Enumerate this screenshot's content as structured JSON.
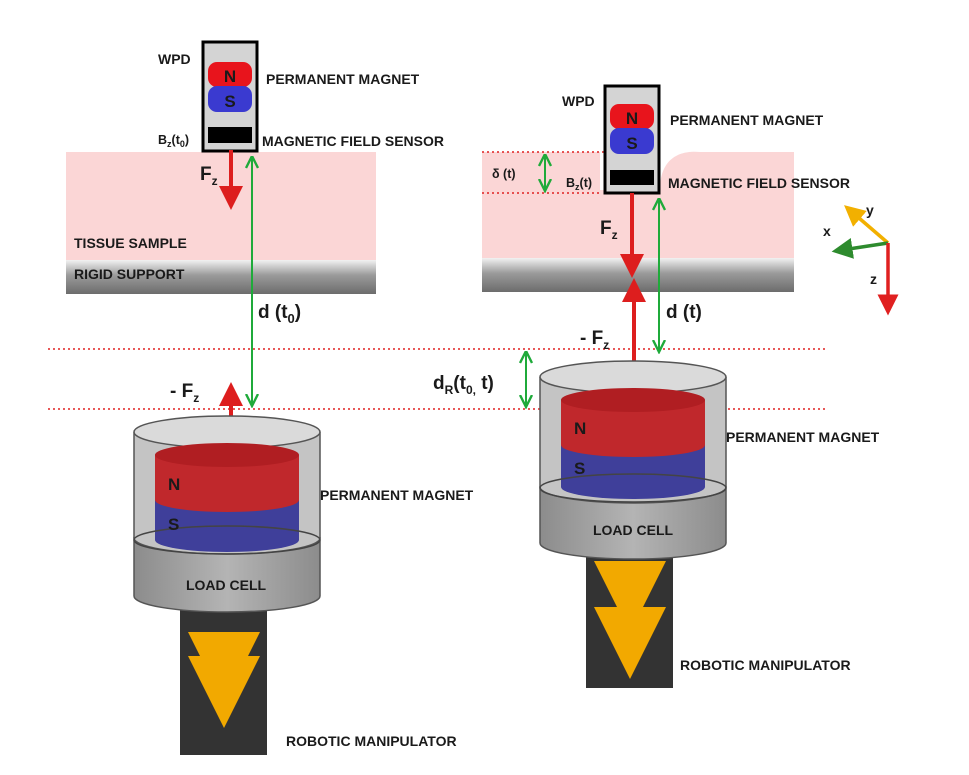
{
  "left": {
    "device_label": "WPD",
    "magnet_label": "PERMANENT MAGNET",
    "sensor_label": "MAGNETIC FIELD SENSOR",
    "sensor_value": "B",
    "sensor_value_sub": "z",
    "sensor_value_arg": "(t",
    "sensor_value_arg_sub": "0",
    "sensor_value_close": ")",
    "pole_n": "N",
    "pole_s": "S",
    "force": "F",
    "force_sub": "z",
    "tissue_label": "TISSUE SAMPLE",
    "support_label": "RIGID SUPPORT",
    "distance_label": "d (t",
    "distance_sub": "0",
    "distance_close": ")",
    "neg_force": "- F",
    "neg_force_sub": "z",
    "bottom_magnet_label": "PERMANENT MAGNET",
    "bottom_pole_n": "N",
    "bottom_pole_s": "S",
    "load_cell_label": "LOAD CELL",
    "manipulator_label": "ROBOTIC  MANIPULATOR"
  },
  "right": {
    "device_label": "WPD",
    "magnet_label": "PERMANENT MAGNET",
    "sensor_label": "MAGNETIC FIELD SENSOR",
    "sensor_value": "B",
    "sensor_value_sub": "z",
    "sensor_value_arg": "(t)",
    "pole_n": "N",
    "pole_s": "S",
    "indent_label": "δ (t)",
    "force": "F",
    "force_sub": "z",
    "distance_label": "d (t)",
    "neg_force": "- F",
    "neg_force_sub": "z",
    "displacement_label": "d",
    "displacement_sub": "R",
    "displacement_arg": "(t",
    "displacement_arg_sub": "0,",
    "displacement_close": " t)",
    "bottom_magnet_label": "PERMANENT MAGNET",
    "bottom_pole_n": "N",
    "bottom_pole_s": "S",
    "load_cell_label": "LOAD CELL",
    "manipulator_label": "ROBOTIC  MANIPULATOR"
  },
  "axes": {
    "x_label": "x",
    "y_label": "y",
    "z_label": "z"
  },
  "colors": {
    "north_red": "#e8141c",
    "south_blue": "#3a3ad0",
    "cyl_north": "#c0282c",
    "cyl_south": "#3f3f9a",
    "tissue": "#fbd6d6",
    "force_arrow": "#dd1e1e",
    "distance_arrow": "#1faa3a",
    "reference_line": "#e02020",
    "manipulator": "#333333",
    "motion_arrow": "#ffbf00",
    "load_cell": "#a6a6a6",
    "housing": "#bfbfbf"
  }
}
